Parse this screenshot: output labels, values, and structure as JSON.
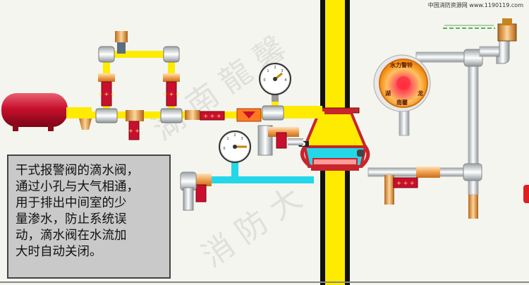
{
  "header": {
    "site_watermark": "中国消防资源网 www.1190119.com"
  },
  "alarm_bell": {
    "top_text": "水力警铃",
    "left_char": "湖",
    "right_char": "龙",
    "bottom_text": "南馨"
  },
  "description": {
    "text": "干式报警阀的滴水阀，\n通过小孔与大气相通，\n用于排出中间室的少\n量渗水，防止系统误\n动，滴水阀在水流加\n大时自动关闭。"
  },
  "colors": {
    "supply_pipe": "#ffeb00",
    "lower_chamber": "#23d7e8",
    "valve_body": "#c8242c",
    "tank": "#c8102e",
    "bell": "#f59b12",
    "main_pipe_edge": "#111111"
  },
  "icons": [
    "pressure-gauge-icon",
    "air-tank-icon",
    "alarm-bell-icon",
    "valve-handle-icon",
    "check-valve-icon"
  ]
}
